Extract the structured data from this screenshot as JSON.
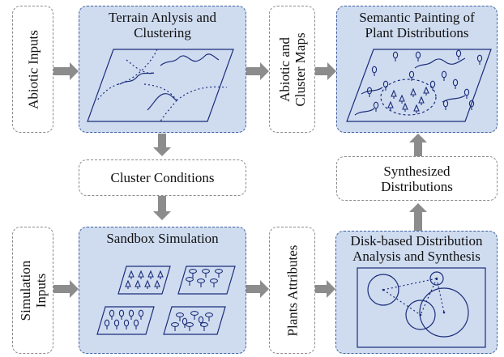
{
  "nodes": {
    "abiotic_inputs": "Abiotic Inputs",
    "terrain_analysis": [
      "Terrain Anlysis and",
      "Clustering"
    ],
    "abiotic_cluster_maps": [
      "Abiotic and",
      "Cluster Maps"
    ],
    "semantic_painting": [
      "Semantic Painting of",
      "Plant Distributions"
    ],
    "cluster_conditions": "Cluster Conditions",
    "synthesized_distributions": [
      "Synthesized",
      "Distributions"
    ],
    "simulation_inputs": [
      "Simulation",
      "Inputs"
    ],
    "sandbox_simulation": "Sandbox Simulation",
    "plants_attributes": "Plants Attributes",
    "disk_based": [
      "Disk-based Distribution",
      "Analysis and Synthesis"
    ]
  },
  "colors": {
    "process_fill": "#cfdcf0",
    "process_border": "#3f5fa0",
    "data_border": "#8a8a8a",
    "arrow": "#8c8c8c",
    "line_art": "#1b2c7a"
  }
}
